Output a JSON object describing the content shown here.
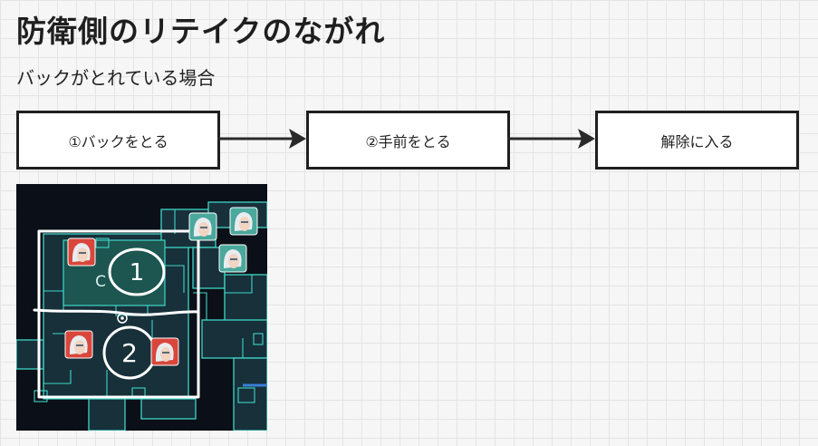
{
  "page": {
    "title": "防衛側のリテイクのながれ",
    "subtitle": "バックがとれている場合"
  },
  "flow": {
    "steps": [
      {
        "label": "①バックをとる"
      },
      {
        "label": "②手前をとる"
      },
      {
        "label": "解除に入る"
      }
    ]
  },
  "map": {
    "annotations": {
      "area_1": "1",
      "area_2": "2",
      "site_letter": "C"
    },
    "colors": {
      "background": "#0b0f17",
      "wall": "#3fd6c6",
      "floor": "#17303a",
      "highlight": "#1d5550",
      "ink": "#ffffff",
      "enemy_badge": "#d9473c",
      "ally_badge": "#4aa89c",
      "accent": "#3b7fd6"
    }
  }
}
